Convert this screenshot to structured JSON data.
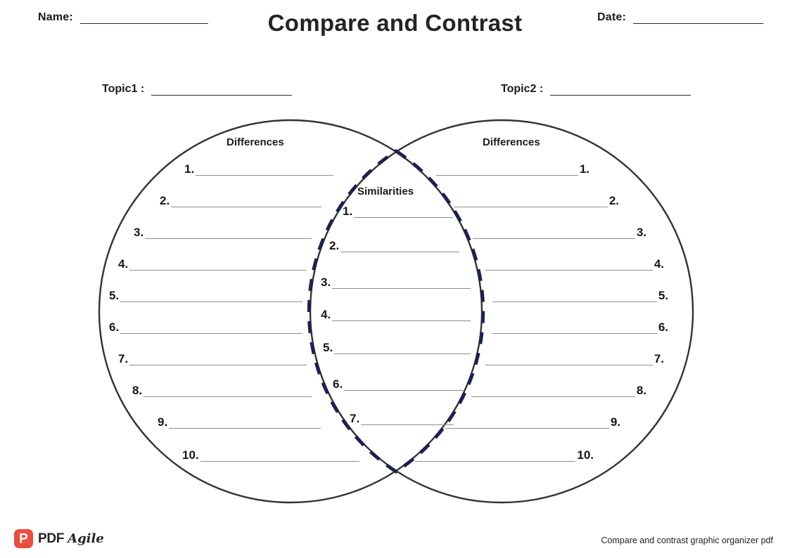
{
  "header": {
    "name_label": "Name:",
    "date_label": "Date:",
    "title": "Compare and Contrast"
  },
  "topics": {
    "topic1_label": "Topic1 :",
    "topic2_label": "Topic2 :"
  },
  "venn": {
    "left_heading": "Differences",
    "right_heading": "Differences",
    "center_heading": "Similarities",
    "circle_stroke": "#333333",
    "lens_stroke": "#1b2250",
    "rule_color": "#8d8d8d",
    "left_numbers": [
      "1.",
      "2.",
      "3.",
      "4.",
      "5.",
      "6.",
      "7.",
      "8.",
      "9.",
      "10."
    ],
    "right_numbers": [
      "1.",
      "2.",
      "3.",
      "4.",
      "5.",
      "6.",
      "7.",
      "8.",
      "9.",
      "10."
    ],
    "center_numbers": [
      "1.",
      "2.",
      "3.",
      "4.",
      "5.",
      "6.",
      "7."
    ]
  },
  "footer": {
    "logo_glyph": "P",
    "logo_pdf": "PDF",
    "logo_agile": "Agile",
    "caption": "Compare and contrast graphic organizer pdf",
    "logo_color": "#EC4C3E"
  }
}
